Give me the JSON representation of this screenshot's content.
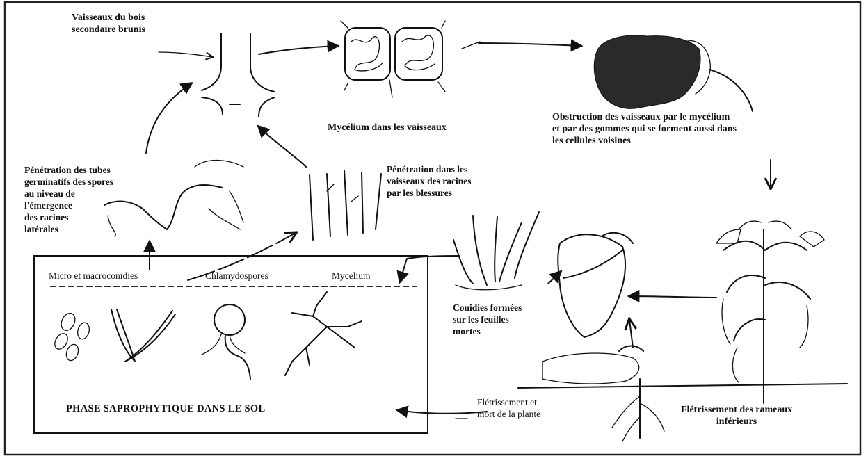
{
  "labels": {
    "vaisseaux_l1": "Vaisseaux du bois",
    "vaisseaux_l2": "secondaire brunis",
    "mycelium_vaisseaux": "Mycélium dans les vaisseaux",
    "obstruction_l1": "Obstruction des vaisseaux par le mycélium",
    "obstruction_l2": "et par des gommes qui se forment aussi dans",
    "obstruction_l3": "les cellules voisines",
    "penetration_tubes_l1": "Pénétration des tubes",
    "penetration_tubes_l2": "germinatifs des spores",
    "penetration_tubes_l3": "au niveau de",
    "penetration_tubes_l4": "l'émergence",
    "penetration_tubes_l5": "des racines",
    "penetration_tubes_l6": "latérales",
    "penetration_racines_l1": "Pénétration dans les",
    "penetration_racines_l2": "vaisseaux des racines",
    "penetration_racines_l3": "par les blessures",
    "micro_macro": "Micro et macroconidies",
    "chlamydospores": "Chlamydospores",
    "mycelium": "Mycelium",
    "phase_saprophytique": "PHASE SAPROPHYTIQUE DANS LE SOL",
    "conidies_l1": "Conidies formées",
    "conidies_l2": "sur les feuilles",
    "conidies_l3": "mortes",
    "fletrissement_mort_l1": "Flétrissement et",
    "fletrissement_mort_l2": "mort de la plante",
    "fletrissement_rameaux_l1": "Flétrissement des rameaux",
    "fletrissement_rameaux_l2": "inférieurs"
  }
}
